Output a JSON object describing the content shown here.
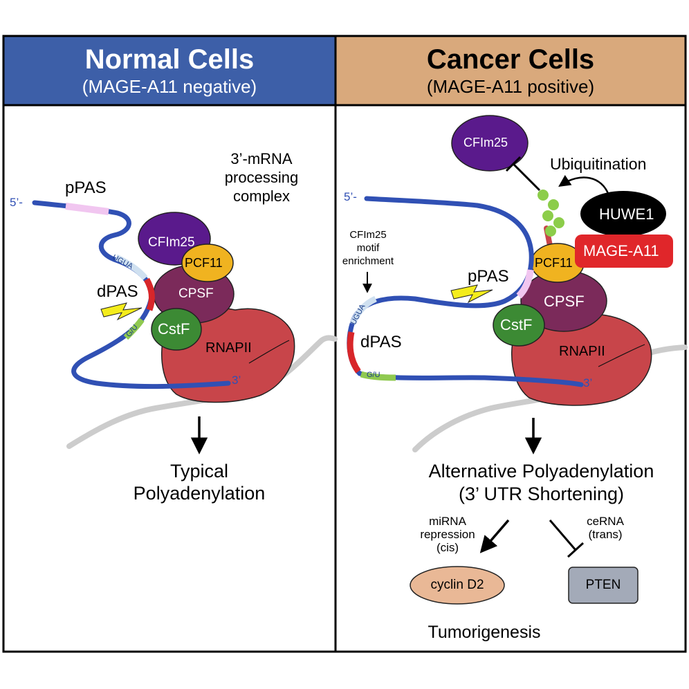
{
  "colors": {
    "normal_header": "#3d5fa8",
    "cancer_header": "#d9a97c",
    "mrna_blue": "#3050b4",
    "dpas_red": "#d8262a",
    "ppas_pink": "#f1c6f0",
    "uga_lightblue": "#cfe0f0",
    "gu_green": "#8fc950",
    "cfim25_purple": "#5a1a8c",
    "pcf11_yellow": "#f0b320",
    "cpsf_maroon": "#7b2a5a",
    "cstf_green": "#3c8a34",
    "rnapii_red": "#c8454a",
    "huwe1_black": "#000000",
    "magea11_red": "#e0262a",
    "ubiquitin_green": "#8ccd4a",
    "cyclin_fill": "#e9b896",
    "pten_fill": "#a3aab8",
    "dna_gray": "#cccccc"
  },
  "normal": {
    "title": "Normal Cells",
    "subtitle": "(MAGE-A11 negative)",
    "five_prime": "5’-",
    "three_prime": "3’",
    "ppas": "pPAS",
    "dpas": "dPAS",
    "ugua": "UGUA",
    "gu": "G/U",
    "complex_label": [
      "3’-mRNA",
      "processing",
      "complex"
    ],
    "cfim25": "CFIm25",
    "pcf11": "PCF11",
    "cpsf": "CPSF",
    "cstf": "CstF",
    "rnapii": "RNAPII",
    "outcome": [
      "Typical",
      "Polyadenylation"
    ]
  },
  "cancer": {
    "title": "Cancer Cells",
    "subtitle": "(MAGE-A11 positive)",
    "five_prime": "5’-",
    "three_prime": "3’",
    "ppas": "pPAS",
    "dpas": "dPAS",
    "ugua": "UGUA",
    "gu": "G/U",
    "motif_label": [
      "CFIm25",
      "motif",
      "enrichment"
    ],
    "cfim25": "CFIm25",
    "ubiquitination": "Ubiquitination",
    "huwe1": "HUWE1",
    "magea11": "MAGE-A11",
    "pcf11": "PCF11",
    "cpsf": "CPSF",
    "cstf": "CstF",
    "rnapii": "RNAPII",
    "outcome": [
      "Alternative Polyadenylation",
      "(3’ UTR Shortening)"
    ],
    "mirna": [
      "miRNA",
      "repression",
      "(cis)"
    ],
    "cerna": [
      "ceRNA",
      "(trans)"
    ],
    "cyclin": "cyclin D2",
    "pten": "PTEN",
    "final": "Tumorigenesis"
  }
}
